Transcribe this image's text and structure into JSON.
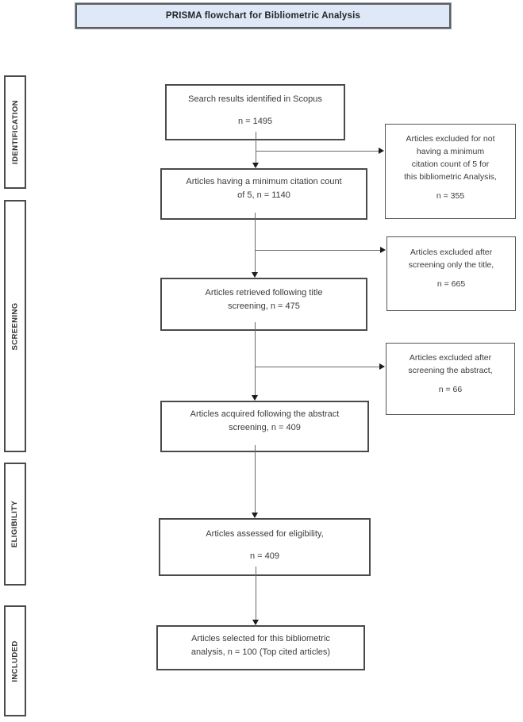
{
  "title": "PRISMA flowchart for Bibliometric Analysis",
  "colors": {
    "title_fill": "#dfe8f6",
    "box_border": "#4a4a4a",
    "arrow": "#1c1c1c",
    "text": "#3b3b3b"
  },
  "stages": [
    {
      "label": "IDENTIFICATION"
    },
    {
      "label": "SCREENING"
    },
    {
      "label": "ELIGIBILITY"
    },
    {
      "label": "INCLUDED"
    }
  ],
  "flow": [
    {
      "lines": [
        "Search results identified in Scopus",
        "n = 1495"
      ]
    },
    {
      "lines": [
        "Articles having a minimum citation count",
        "of 5, n = 1140"
      ]
    },
    {
      "lines": [
        "Articles retrieved following title",
        "screening, n = 475"
      ]
    },
    {
      "lines": [
        "Articles acquired following the abstract",
        "screening, n = 409"
      ]
    },
    {
      "lines": [
        "Articles assessed for eligibility,",
        "n = 409"
      ]
    },
    {
      "lines": [
        "Articles selected for this bibliometric",
        "analysis, n = 100 (Top cited articles)"
      ]
    }
  ],
  "exclusions": [
    {
      "lines": [
        "Articles excluded for not",
        "having a minimum",
        "citation count of 5 for",
        "this bibliometric Analysis,"
      ],
      "count": "n = 355"
    },
    {
      "lines": [
        "Articles excluded after",
        "screening only the title,"
      ],
      "count": "n = 665"
    },
    {
      "lines": [
        "Articles excluded after",
        "screening the abstract,"
      ],
      "count": "n = 66"
    }
  ]
}
